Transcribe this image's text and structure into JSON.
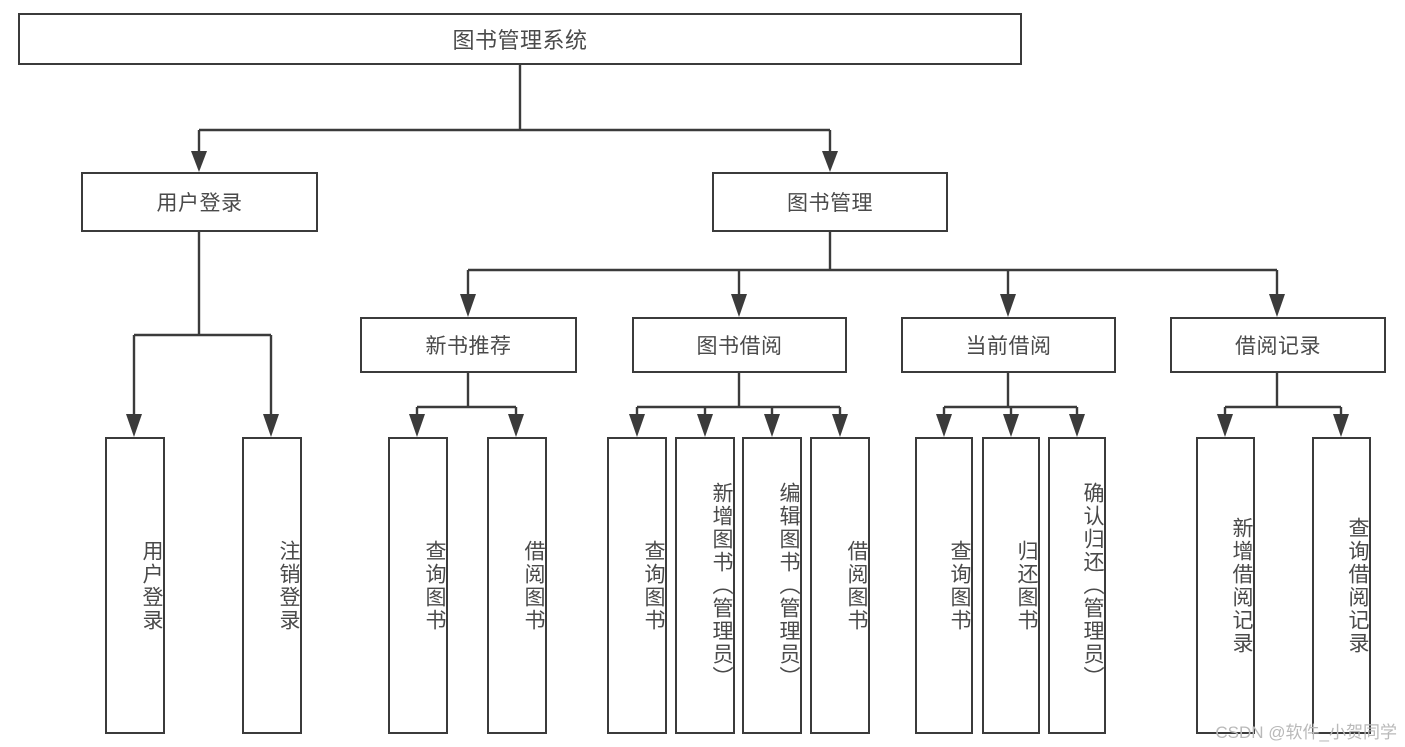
{
  "diagram": {
    "type": "tree",
    "title": "图书管理系统",
    "orientation": "top-down",
    "colors": {
      "background": "#ffffff",
      "box_border": "#3b3b3b",
      "box_fill": "#ffffff",
      "text": "#4a4a4a",
      "connector": "#3b3b3b",
      "watermark": "#b9b9b9"
    },
    "root": {
      "label": "图书管理系统"
    },
    "level2": [
      {
        "label": "用户登录"
      },
      {
        "label": "图书管理"
      }
    ],
    "level3": [
      {
        "label": "新书推荐"
      },
      {
        "label": "图书借阅"
      },
      {
        "label": "当前借阅"
      },
      {
        "label": "借阅记录"
      }
    ],
    "leaves": {
      "user_login": [
        {
          "label": "用户登录"
        },
        {
          "label": "注销登录"
        }
      ],
      "new_book_recommend": [
        {
          "label": "查询图书"
        },
        {
          "label": "借阅图书"
        }
      ],
      "book_borrow": [
        {
          "label": "查询图书"
        },
        {
          "label": "新增图书（管理员）"
        },
        {
          "label": "编辑图书（管理员）"
        },
        {
          "label": "借阅图书"
        }
      ],
      "current_borrow": [
        {
          "label": "查询图书"
        },
        {
          "label": "归还图书"
        },
        {
          "label": "确认归还（管理员）"
        }
      ],
      "borrow_record": [
        {
          "label": "新增借阅记录"
        },
        {
          "label": "查询借阅记录"
        }
      ]
    }
  },
  "watermark": {
    "text": "CSDN @软件_小贺同学"
  }
}
